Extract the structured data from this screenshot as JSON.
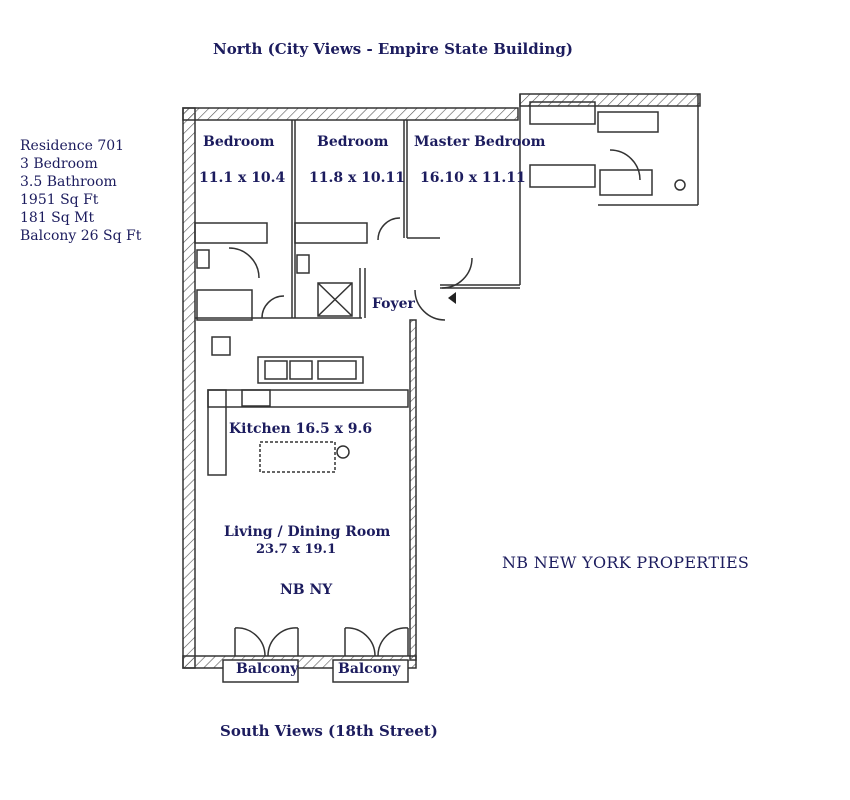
{
  "header": {
    "north_label": "North (City Views - Empire State Building)"
  },
  "footer": {
    "south_label": "South Views (18th Street)"
  },
  "residence": {
    "name": "Residence 701",
    "bedrooms": "3 Bedroom",
    "bathrooms": "3.5 Bathroom",
    "sq_ft": "1951 Sq Ft",
    "sq_mt": "181 Sq Mt",
    "balcony": "Balcony 26 Sq Ft"
  },
  "rooms": {
    "bedroom1": {
      "label": "Bedroom",
      "dims": "11.1 x 10.4"
    },
    "bedroom2": {
      "label": "Bedroom",
      "dims": "11.8 x 10.11"
    },
    "master": {
      "label": "Master Bedroom",
      "dims": "16.10 x 11.11"
    },
    "foyer": {
      "label": "Foyer"
    },
    "kitchen": {
      "label": "Kitchen 16.5 x 9.6"
    },
    "living": {
      "label": "Living / Dining Room",
      "dims": "23.7 x 19.1"
    },
    "balcony1": {
      "label": "Balcony"
    },
    "balcony2": {
      "label": "Balcony"
    }
  },
  "brand": {
    "watermark": "NB NY",
    "company": "NB NEW YORK PROPERTIES"
  },
  "colors": {
    "text": "#1c1c5e",
    "lines": "#333333"
  }
}
